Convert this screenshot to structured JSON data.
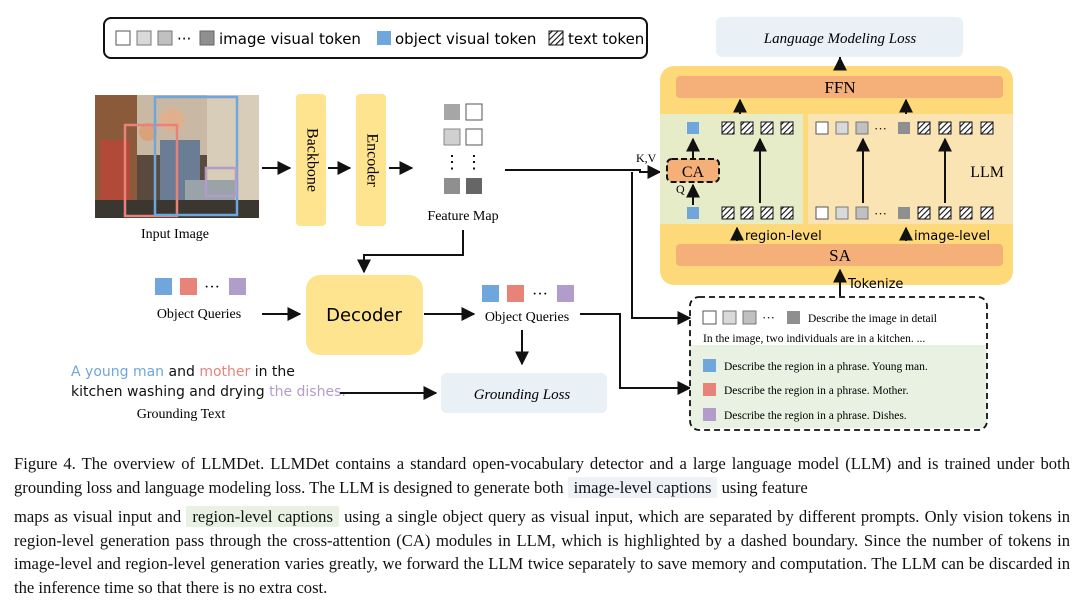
{
  "legend": {
    "image_visual_token": "image visual token",
    "object_visual_token": "object visual token",
    "text_token": "text token",
    "ellipsis": "···"
  },
  "labels": {
    "input_image": "Input Image",
    "backbone": "Backbone",
    "encoder": "Encoder",
    "feature_map": "Feature Map",
    "object_queries": "Object Queries",
    "decoder": "Decoder",
    "object_queries_out": "Object Queries",
    "grounding_loss": "Grounding Loss",
    "grounding_text_title": "Grounding Text",
    "lm_loss": "Language Modeling Loss",
    "ffn": "FFN",
    "ca": "CA",
    "sa": "SA",
    "llm": "LLM",
    "kv": "K,V",
    "q": "Q",
    "region_level": "region-level",
    "image_level": "image-level",
    "tokenize": "Tokenize",
    "vdots": "⋮"
  },
  "grounding_text": {
    "p1": "A young man",
    "p2": " and ",
    "p3": "mother",
    "p4": " in the",
    "p5": "kitchen washing and drying ",
    "p6": "the dishes."
  },
  "prompts": {
    "image_prompt": "Describe the image in detail",
    "image_answer": "In the image, two individuals are in a kitchen. ...",
    "region1": "Describe the region in a phrase. Young man.",
    "region2": "Describe the region in a phrase. Mother.",
    "region3": "Describe the region in a phrase. Dishes."
  },
  "colors": {
    "blue": "#6fa6dc",
    "red": "#e8837a",
    "purple": "#b29cc9",
    "gray": "#8f8f8f",
    "lightgray": "#d9d9d9",
    "yellow_box": "#fee48f",
    "llm_bg": "#fdd97a",
    "orange": "#f5b07a",
    "green_bg": "#e6ecc8"
  },
  "caption": {
    "s1": "Figure 4.  The overview of LLMDet.  LLMDet contains a standard open-vocabulary detector and a large language model (LLM) and is trained under both grounding loss and language modeling loss. The LLM is designed to generate both",
    "h1": "image-level captions",
    "s2": "using feature",
    "s3": "maps as visual input and",
    "h2": "region-level captions",
    "s4": "using a single object query as visual input, which are separated by different prompts. Only vision tokens in region-level generation pass through the cross-attention (CA) modules in LLM, which is highlighted by a dashed boundary. Since the number of tokens in image-level and region-level generation varies greatly, we forward the LLM twice separately to save memory and computation. The LLM can be discarded in the inference time so that there is no extra cost."
  }
}
